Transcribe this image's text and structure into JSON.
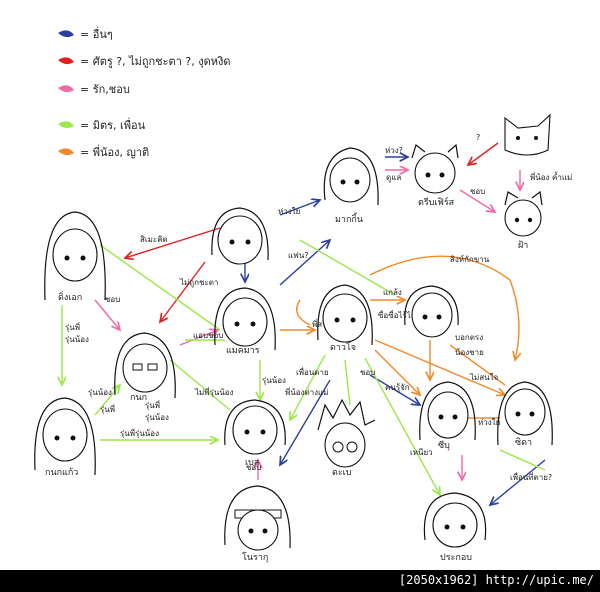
{
  "colors": {
    "blue": "#2a3f9e",
    "red": "#e02020",
    "pink": "#f06aa8",
    "green": "#9be84a",
    "orange": "#f08a2a"
  },
  "legend": [
    {
      "color": "#2a3f9e",
      "label": "= อื่นๆ"
    },
    {
      "color": "#e02020",
      "label": "= ศัตรู ?, ไม่ถูกชะตา ?, งุดหงิด"
    },
    {
      "color": "#f06aa8",
      "label": "= รัก,ชอบ"
    },
    {
      "color": "#9be84a",
      "label": "= มิตร, เพื่อน"
    },
    {
      "color": "#f08a2a",
      "label": "= พี่น้อง, ญาติ"
    }
  ],
  "nodes": [
    {
      "id": "cat",
      "label": "",
      "icon": "cat-face-icon"
    },
    {
      "id": "c1",
      "label": "มากกิ้น"
    },
    {
      "id": "c2",
      "label": "ตรีบเฟิร์ส"
    },
    {
      "id": "c3",
      "label": "ฝ้า"
    },
    {
      "id": "c4",
      "label": ""
    },
    {
      "id": "c5",
      "label": "ดิ่งเอก"
    },
    {
      "id": "c6",
      "label": "แมคมาร"
    },
    {
      "id": "c7",
      "label": "ดาวโจ"
    },
    {
      "id": "c8",
      "label": ""
    },
    {
      "id": "c9",
      "label": "กนก"
    },
    {
      "id": "c10",
      "label": "กนกแก้ว"
    },
    {
      "id": "c11",
      "label": "เบล"
    },
    {
      "id": "c12",
      "label": "ดะเบ"
    },
    {
      "id": "c13",
      "label": "ซีบุ"
    },
    {
      "id": "c14",
      "label": "ซิดา"
    },
    {
      "id": "c15",
      "label": "โนรากุ"
    },
    {
      "id": "c16",
      "label": "ประกอบ"
    }
  ],
  "edge_labels": [
    "ห่วง?",
    "ดูแล",
    "?",
    "ชอบ",
    "พี่น้อง ค้ำแม่",
    "ห่วงใย",
    "สิเมะคิด",
    "ไม่ถูกชะตา",
    "แฟน?",
    "ชอบ",
    "รุ่นพี่",
    "รุ่นน้อง",
    "แอบชอบ",
    "รุ่นน้อง",
    "รุ่นพี่",
    "รุ่นพี่",
    "รุ่นน้อง",
    "รุ่นพี่รุ่นน้อง",
    "ไม่พี่รุ่นน้อง",
    "รุ่นน้อง",
    "พี่น้องต่างแม่",
    "แกล้ง",
    "ซื่อซื่อไร้ไส้",
    "สิงห์กักขาน",
    "บอกตรง",
    "น้องชาย",
    "ไม่สนใจ",
    "ห่วงใย",
    "เพื่อนที่ตาย?",
    "พี่สาว",
    "ชอบ",
    "เพื่อนตาย",
    "ชอบ",
    "คนรู้จัก",
    "เหนียว"
  ],
  "footer": "[2050x1962] http://upic.me/"
}
